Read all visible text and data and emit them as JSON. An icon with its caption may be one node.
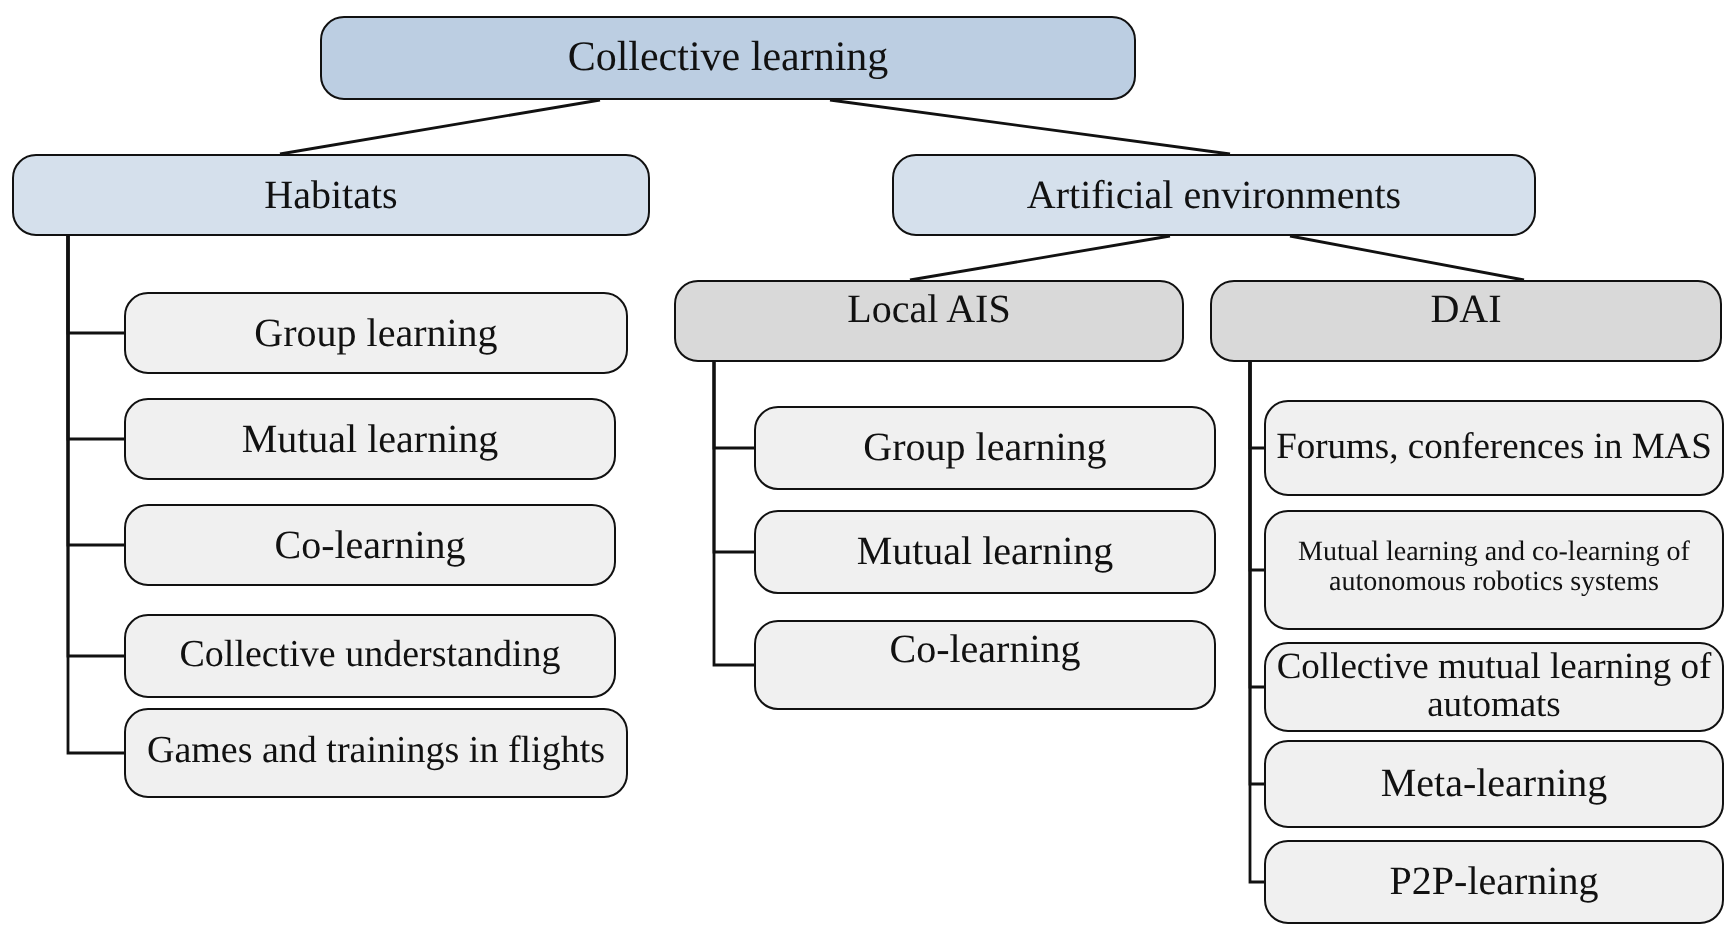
{
  "diagram": {
    "nodes": [
      {
        "text": [
          "Collective learning"
        ]
      },
      {
        "text": [
          "Habitats"
        ]
      },
      {
        "text": [
          "Artificial environments"
        ]
      },
      {
        "text": [
          "Group learning"
        ]
      },
      {
        "text": [
          "Mutual learning"
        ]
      },
      {
        "text": [
          "Co-learning"
        ]
      },
      {
        "text": [
          "Collective understanding"
        ]
      },
      {
        "text": [
          "Games and trainings in flights"
        ]
      },
      {
        "text": [
          "Local AIS"
        ]
      },
      {
        "text": [
          "DAI"
        ]
      },
      {
        "text": [
          "Group learning"
        ]
      },
      {
        "text": [
          "Mutual learning"
        ]
      },
      {
        "text": [
          "Co-learning"
        ]
      },
      {
        "text": [
          "Forums, conferences in MAS"
        ]
      },
      {
        "text": [
          "Mutual learning and co-learning of autonomous robotics systems"
        ]
      },
      {
        "text": [
          "Collective mutual learning of automats"
        ]
      },
      {
        "text": [
          "Meta-learning"
        ]
      },
      {
        "text": [
          "P2P-learning"
        ]
      }
    ],
    "edges": [
      {
        "from": 0,
        "to": 1,
        "arrow": "none"
      },
      {
        "from": 0,
        "to": 2,
        "arrow": "none"
      },
      {
        "from": 1,
        "to": 3,
        "arrow": "none"
      },
      {
        "from": 1,
        "to": 4,
        "arrow": "none"
      },
      {
        "from": 1,
        "to": 5,
        "arrow": "none"
      },
      {
        "from": 1,
        "to": 6,
        "arrow": "none"
      },
      {
        "from": 1,
        "to": 7,
        "arrow": "none"
      },
      {
        "from": 2,
        "to": 8,
        "arrow": "none"
      },
      {
        "from": 2,
        "to": 9,
        "arrow": "none"
      },
      {
        "from": 8,
        "to": 10,
        "arrow": "none"
      },
      {
        "from": 8,
        "to": 11,
        "arrow": "none"
      },
      {
        "from": 8,
        "to": 12,
        "arrow": "none"
      },
      {
        "from": 9,
        "to": 13,
        "arrow": "none"
      },
      {
        "from": 9,
        "to": 14,
        "arrow": "none"
      },
      {
        "from": 9,
        "to": 15,
        "arrow": "none"
      },
      {
        "from": 9,
        "to": 16,
        "arrow": "none"
      },
      {
        "from": 9,
        "to": 17,
        "arrow": "none"
      }
    ]
  }
}
